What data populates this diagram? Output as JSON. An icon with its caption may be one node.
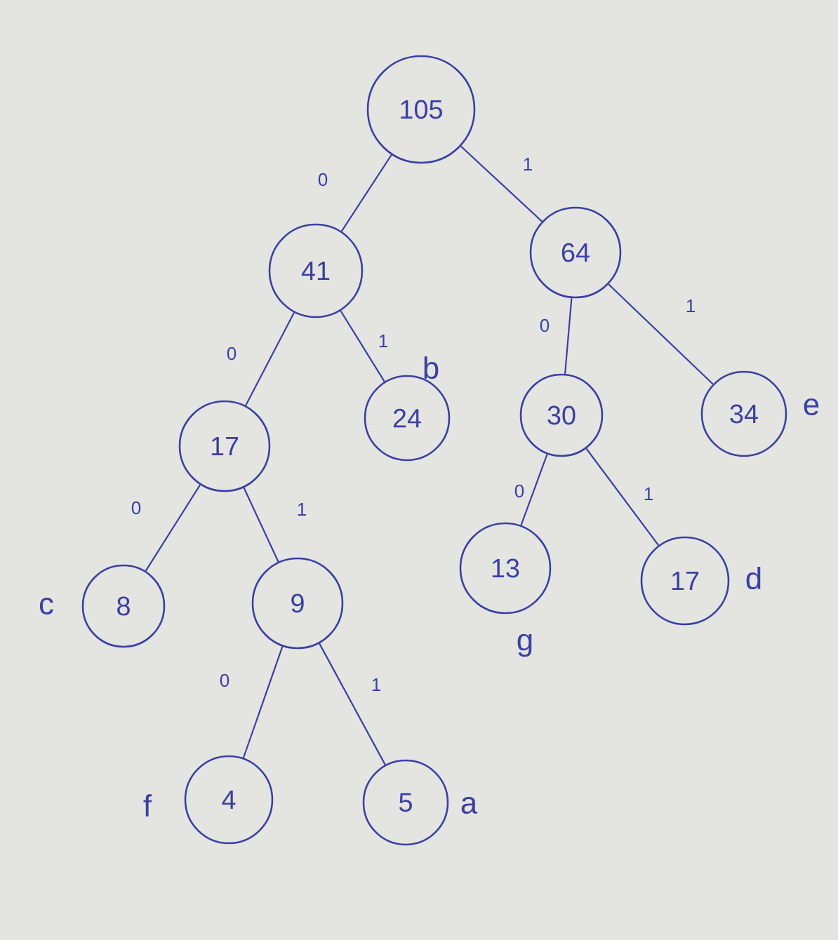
{
  "diagram": {
    "nodes": [
      {
        "text": [
          "105"
        ]
      },
      {
        "text": [
          "41"
        ]
      },
      {
        "text": [
          "64"
        ]
      },
      {
        "text": [
          "17"
        ]
      },
      {
        "text": [
          "24"
        ],
        "beside": [
          "b"
        ]
      },
      {
        "text": [
          "30"
        ]
      },
      {
        "text": [
          "34"
        ],
        "beside": [
          "e"
        ]
      },
      {
        "text": [
          "8"
        ],
        "beside": [
          "c"
        ]
      },
      {
        "text": [
          "9"
        ]
      },
      {
        "text": [
          "13"
        ],
        "beside": [
          "g"
        ]
      },
      {
        "text": [
          "17"
        ],
        "beside": [
          "d"
        ]
      },
      {
        "text": [
          "4"
        ],
        "beside": [
          "f"
        ]
      },
      {
        "text": [
          "5"
        ],
        "beside": [
          "a"
        ]
      }
    ],
    "edges": [
      {
        "from": 0,
        "to": 1,
        "arrow": "none",
        "label": "0"
      },
      {
        "from": 0,
        "to": 2,
        "arrow": "none",
        "label": "1"
      },
      {
        "from": 1,
        "to": 3,
        "arrow": "none",
        "label": "0"
      },
      {
        "from": 1,
        "to": 4,
        "arrow": "none",
        "label": "1"
      },
      {
        "from": 2,
        "to": 5,
        "arrow": "none",
        "label": "0"
      },
      {
        "from": 2,
        "to": 6,
        "arrow": "none",
        "label": "1"
      },
      {
        "from": 3,
        "to": 7,
        "arrow": "none",
        "label": "0"
      },
      {
        "from": 3,
        "to": 8,
        "arrow": "none",
        "label": "1"
      },
      {
        "from": 5,
        "to": 9,
        "arrow": "none",
        "label": "0"
      },
      {
        "from": 5,
        "to": 10,
        "arrow": "none",
        "label": "1"
      },
      {
        "from": 8,
        "to": 11,
        "arrow": "none",
        "label": "0"
      },
      {
        "from": 8,
        "to": 12,
        "arrow": "none",
        "label": "1"
      }
    ]
  }
}
